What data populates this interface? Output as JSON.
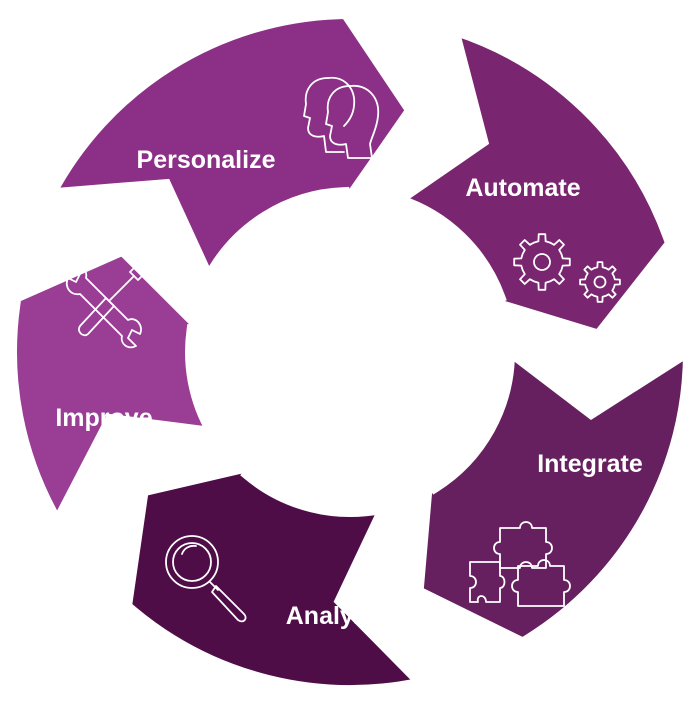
{
  "diagram": {
    "segments": [
      {
        "id": "personalize",
        "label": "Personalize",
        "icon": "two-heads-icon",
        "color": "#8c2f86"
      },
      {
        "id": "automate",
        "label": "Automate",
        "icon": "gears-icon",
        "color": "#7a256f"
      },
      {
        "id": "integrate",
        "label": "Integrate",
        "icon": "puzzle-icon",
        "color": "#66205f"
      },
      {
        "id": "analyze",
        "label": "Analyze",
        "icon": "magnifier-icon",
        "color": "#4f0d47"
      },
      {
        "id": "improve",
        "label": "Improve",
        "icon": "tools-icon",
        "color": "#9a3d95"
      }
    ]
  }
}
